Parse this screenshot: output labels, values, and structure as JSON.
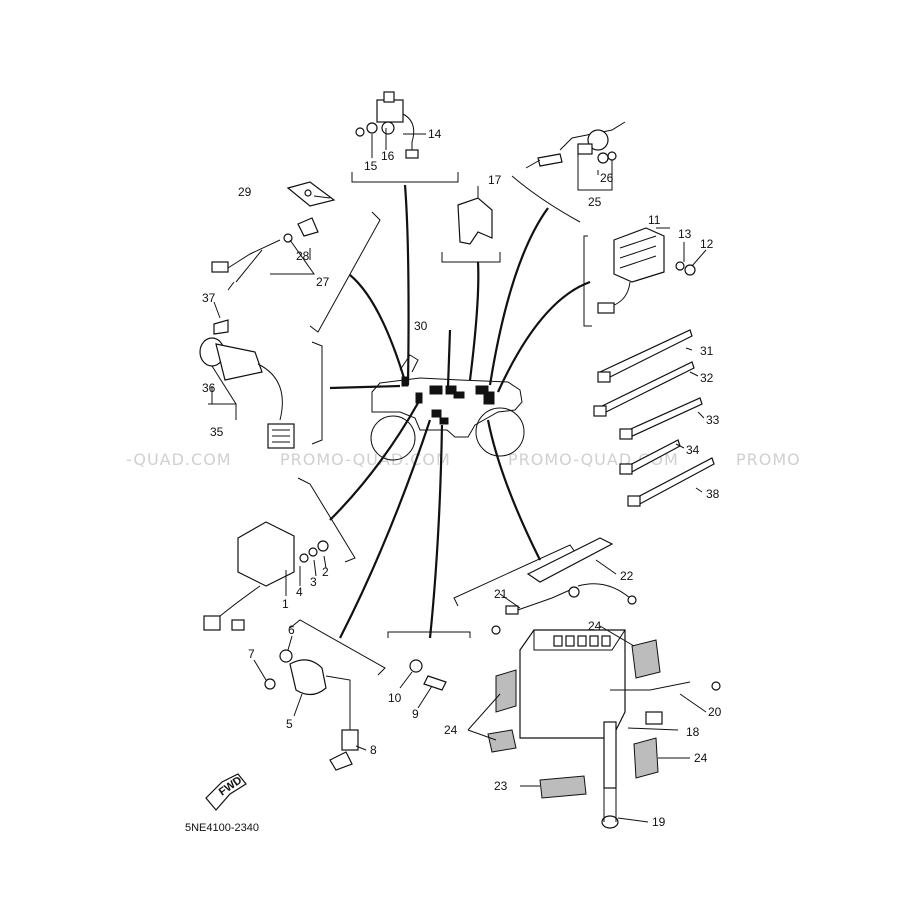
{
  "diagram": {
    "watermark": [
      "-QUAD.COM",
      "PROMO-QUAD.COM",
      "PROMO-QUAD.COM",
      "PROMO"
    ],
    "part_code": "5NE4100-2340",
    "fwd_label": "FWD",
    "callouts": {
      "1": "1",
      "2": "2",
      "3": "3",
      "4": "4",
      "5": "5",
      "6": "6",
      "7": "7",
      "8": "8",
      "9": "9",
      "10": "10",
      "11": "11",
      "12": "12",
      "13": "13",
      "14": "14",
      "15": "15",
      "16": "16",
      "17": "17",
      "18": "18",
      "19": "19",
      "20": "20",
      "21": "21",
      "22": "22",
      "23": "23",
      "24a": "24",
      "24b": "24",
      "24c": "24",
      "25": "25",
      "26": "26",
      "27": "27",
      "28": "28",
      "29": "29",
      "30": "30",
      "31": "31",
      "32": "32",
      "33": "33",
      "34": "34",
      "35": "35",
      "36": "36",
      "37": "37",
      "38": "38"
    }
  }
}
